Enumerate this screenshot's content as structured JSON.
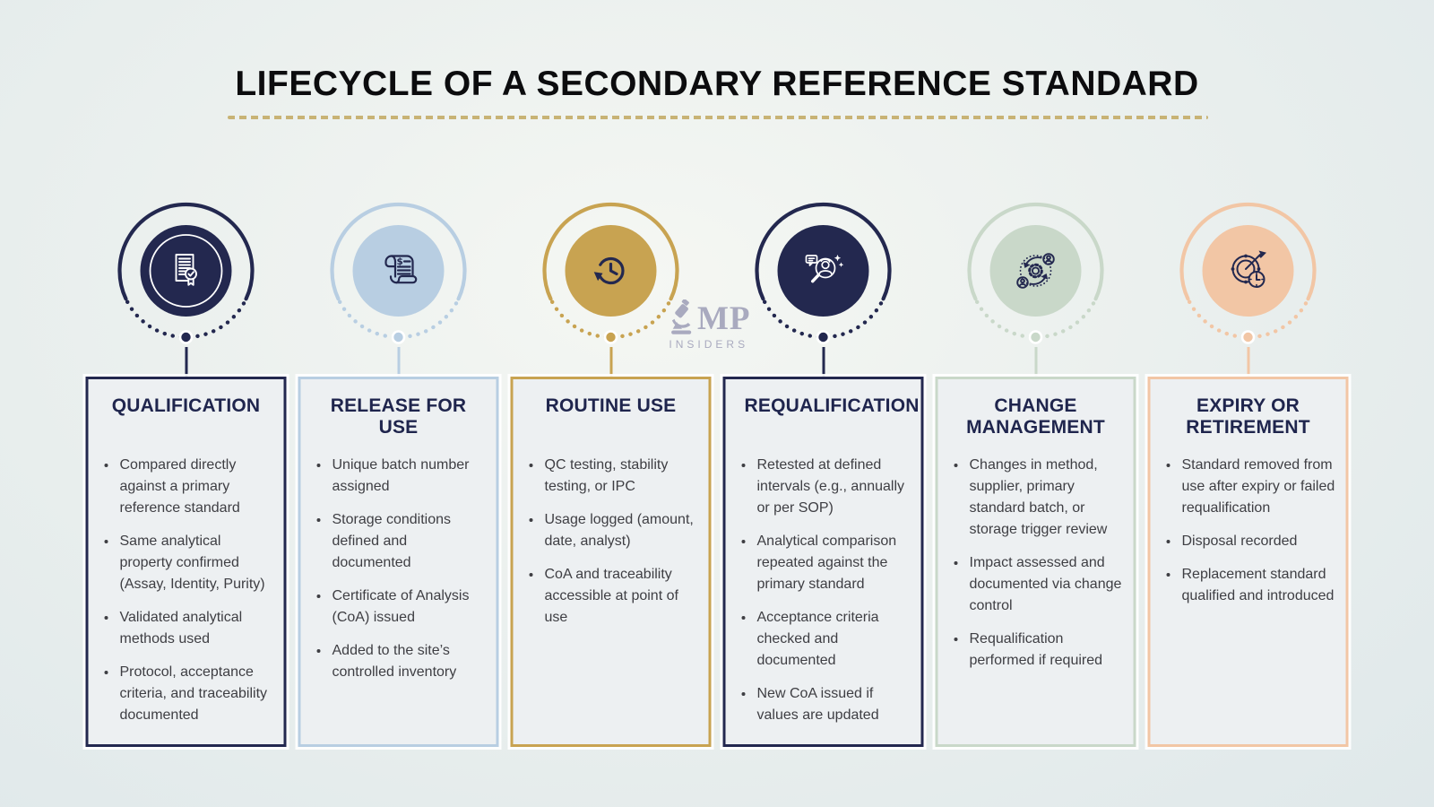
{
  "title": "LIFECYCLE OF A SECONDARY REFERENCE STANDARD",
  "watermark": {
    "brand": "MP",
    "sub": "INSIDERS"
  },
  "colors": {
    "navy": "#23284f",
    "blue": "#b8cee2",
    "gold": "#c8a351",
    "green": "#c9d8c9",
    "peach": "#f2c6a5",
    "card_background": "#edf0f2",
    "divider_dash": "#c8b375",
    "body_text": "#3e3e43",
    "heading_text": "#1f254d",
    "watermark_text": "#9fa0b8"
  },
  "stages": [
    {
      "label": "QUALIFICATION",
      "theme": "navy",
      "icon": "certificate-document-icon",
      "bullets": [
        "Compared directly against a primary reference standard",
        "Same analytical property confirmed (Assay, Identity, Purity)",
        "Validated analytical methods used",
        "Protocol, acceptance criteria, and traceability documented"
      ]
    },
    {
      "label": "RELEASE FOR USE",
      "theme": "blue",
      "icon": "batch-record-scroll-icon",
      "bullets": [
        "Unique batch number assigned",
        "Storage conditions defined and documented",
        "Certificate of Analysis (CoA) issued",
        "Added to the site’s controlled inventory"
      ]
    },
    {
      "label": "ROUTINE USE",
      "theme": "gold",
      "icon": "history-clock-icon",
      "bullets": [
        "QC testing, stability testing, or IPC",
        "Usage logged (amount, date, analyst)",
        "CoA and traceability accessible at point of use"
      ]
    },
    {
      "label": "REQUALIFICATION",
      "theme": "navy",
      "icon": "requalification-review-icon",
      "bullets": [
        "Retested at defined intervals (e.g., annually or per SOP)",
        "Analytical comparison repeated against the primary standard",
        "Acceptance criteria checked and documented",
        "New CoA issued if values are updated"
      ]
    },
    {
      "label": "CHANGE MANAGEMENT",
      "theme": "green",
      "icon": "change-cycle-icon",
      "bullets": [
        "Changes in method, supplier, primary standard batch, or storage trigger review",
        "Impact assessed and documented via change control",
        "Requalification performed if required"
      ]
    },
    {
      "label": "EXPIRY OR RETIREMENT",
      "theme": "peach",
      "icon": "expiry-target-clock-icon",
      "bullets": [
        "Standard removed from use after expiry or failed requalification",
        "Disposal recorded",
        "Replacement standard qualified and introduced"
      ]
    }
  ]
}
